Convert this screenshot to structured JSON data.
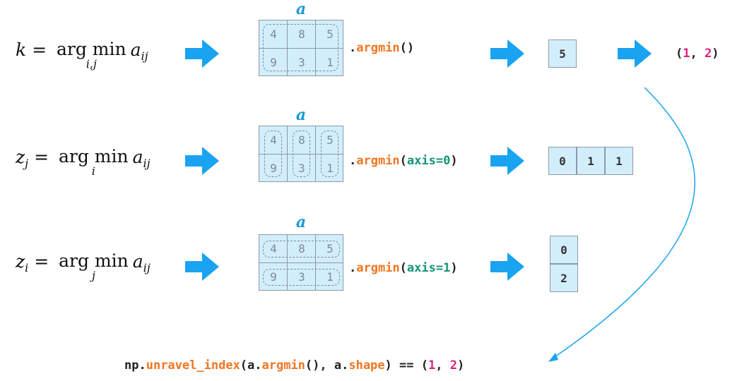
{
  "matrix_label": "a",
  "matrix_values": [
    [
      "4",
      "8",
      "5"
    ],
    [
      "9",
      "3",
      "1"
    ]
  ],
  "rows": [
    {
      "formula": {
        "lhs": "k",
        "lhs_sub": "",
        "op": "arg min",
        "under": "i,j",
        "rhs": "a",
        "rhs_sub": "ij"
      },
      "method": {
        "prefix": ".",
        "name": "argmin",
        "open": "(",
        "kw": "",
        "close": ")"
      },
      "result": [
        "5"
      ],
      "grouping": "all"
    },
    {
      "formula": {
        "lhs": "z",
        "lhs_sub": "j",
        "op": "arg min",
        "under": "i",
        "rhs": "a",
        "rhs_sub": "ij"
      },
      "method": {
        "prefix": ".",
        "name": "argmin",
        "open": "(",
        "kw": "axis=0",
        "close": ")"
      },
      "result": [
        "0",
        "1",
        "1"
      ],
      "grouping": "columns"
    },
    {
      "formula": {
        "lhs": "z",
        "lhs_sub": "i",
        "op": "arg min",
        "under": "j",
        "rhs": "a",
        "rhs_sub": "ij"
      },
      "method": {
        "prefix": ".",
        "name": "argmin",
        "open": "(",
        "kw": "axis=1",
        "close": ")"
      },
      "result": [
        "0",
        "2"
      ],
      "grouping": "rows"
    }
  ],
  "tuple_result": {
    "open": "(",
    "a": "1",
    "sep": ", ",
    "b": "2",
    "close": ")"
  },
  "bottom_code": {
    "p1": "np.",
    "fn": "unravel_index",
    "p2": "(a.",
    "m1": "argmin",
    "p3": "(), a.",
    "m2": "shape",
    "p4": ") == (",
    "n1": "1",
    "p5": ", ",
    "n2": "2",
    "p6": ")"
  },
  "colors": {
    "arrow": "#1aa3f0",
    "cell_fill": "#d3eefb",
    "method": "#f0751f",
    "kw": "#14937a",
    "number": "#e0207a",
    "label": "#1a9ad6"
  }
}
